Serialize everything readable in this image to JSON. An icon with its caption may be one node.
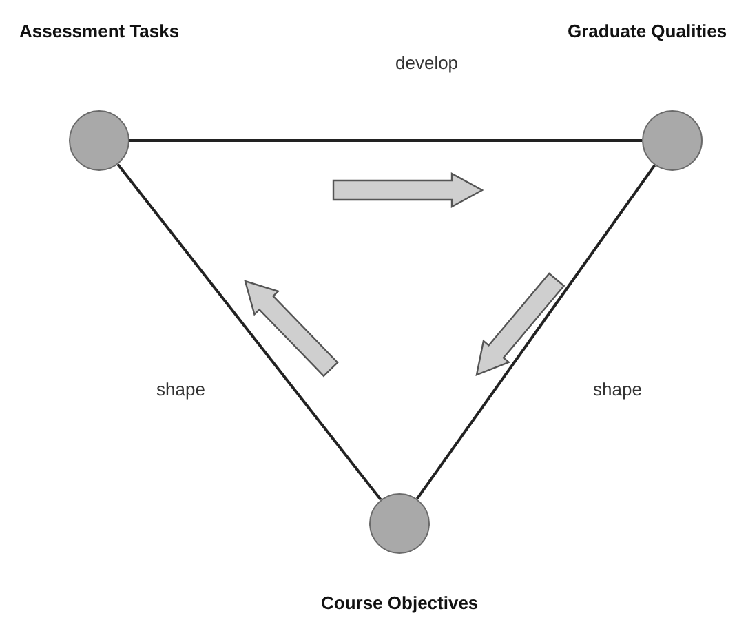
{
  "diagram": {
    "nodes": [
      {
        "text": [
          "Assessment Tasks"
        ]
      },
      {
        "text": [
          "Graduate Qualities"
        ]
      },
      {
        "text": [
          "Course Objectives"
        ]
      }
    ],
    "edges": [
      {
        "from": 0,
        "to": 1,
        "arrow": "none",
        "label": "develop"
      },
      {
        "from": 0,
        "to": 2,
        "arrow": "none",
        "label": "shape"
      },
      {
        "from": 1,
        "to": 2,
        "arrow": "none",
        "label": "shape"
      }
    ]
  }
}
